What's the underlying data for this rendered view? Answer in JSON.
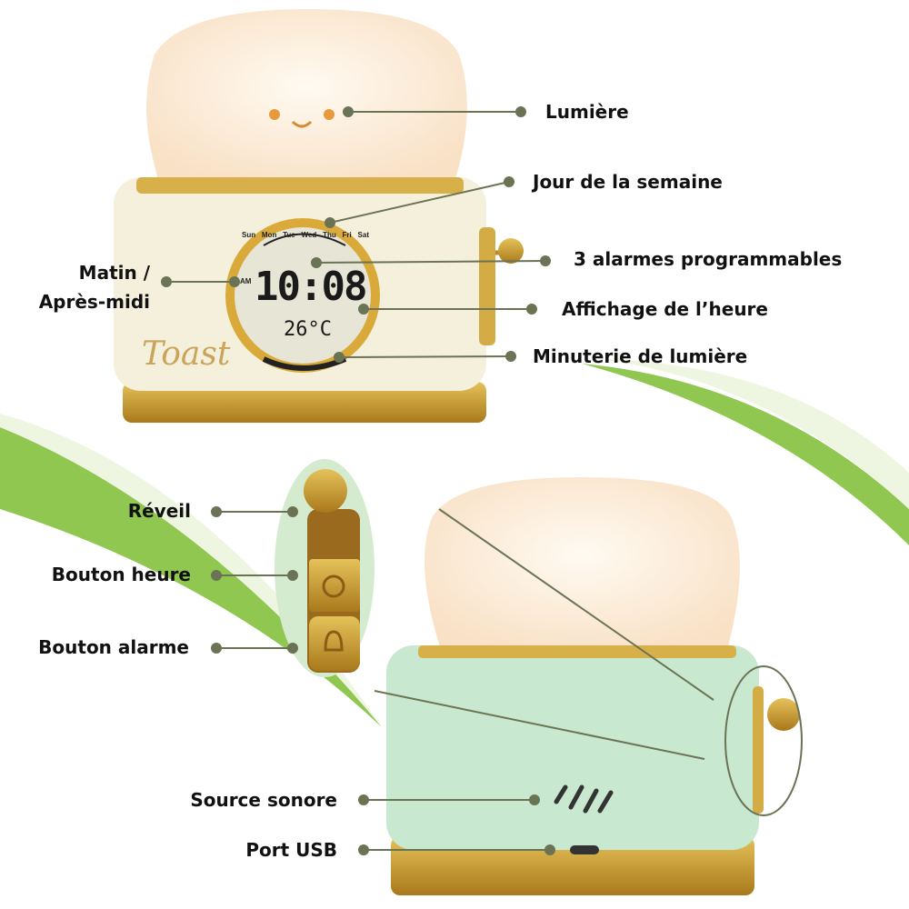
{
  "labels": {
    "light": "Lumière",
    "weekday": "Jour de la semaine",
    "alarms": "3 alarmes programmables",
    "time_display": "Affichage de l’heure",
    "light_timer": "Minuterie de lumière",
    "am_pm_line1": "Matin /",
    "am_pm_line2": "Après-midi",
    "wake": "Réveil",
    "hour_button": "Bouton heure",
    "alarm_button": "Bouton alarme",
    "sound_source": "Source sonore",
    "usb_port": "Port USB"
  },
  "display": {
    "days": [
      "Sun",
      "Mon",
      "Tue",
      "Wed",
      "Thu",
      "Fri",
      "Sat"
    ],
    "ampm": "AM",
    "time": "10:08",
    "temperature": "26°C",
    "brand": "Toast"
  },
  "colors": {
    "leader": "#6b7355",
    "gold": "#c9a03a",
    "cream": "#f3eed8",
    "mint": "#cfe8d4",
    "green_swoosh": "#6fb52a"
  }
}
